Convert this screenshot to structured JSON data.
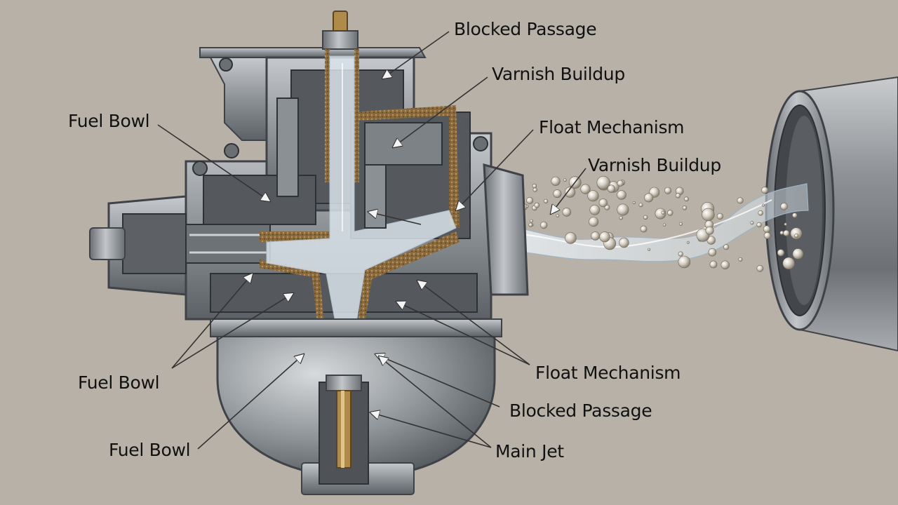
{
  "labels": {
    "blocked_passage_top": "Blocked Passage",
    "varnish_buildup_top": "Varnish Buildup",
    "fuel_bowl_left_top": "Fuel Bowl",
    "float_mechanism_top": "Float Mechanism",
    "varnish_buildup_right": "Varnish Buildup",
    "fuel_bowl_left_mid": "Fuel Bowl",
    "float_mechanism_bottom": "Float Mechanism",
    "blocked_passage_bottom": "Blocked Passage",
    "fuel_bowl_left_bottom": "Fuel Bowl",
    "main_jet": "Main Jet"
  },
  "colors": {
    "background": "#b7b1a8",
    "metal": "#8f9397",
    "metal_dark": "#4d5156",
    "varnish": "#8a6a3c",
    "fuel": "#dfe7ec",
    "brass": "#b08a48"
  }
}
